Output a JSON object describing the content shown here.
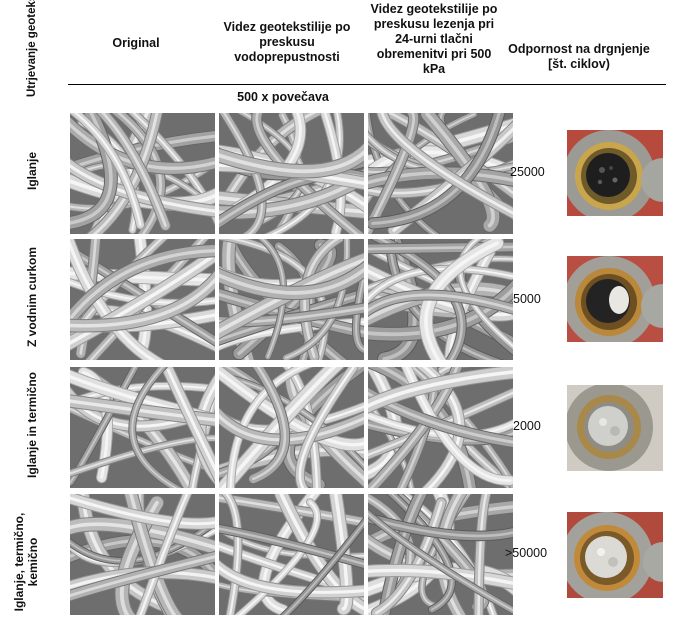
{
  "headers": {
    "row_label": "Utrjevanje geotekstilje",
    "original": "Original",
    "after_permeability": "Videz geotekstilije po preskusu vodoprepustnosti",
    "after_creep": "Videz geotekstilije po preskusu lezenja pri 24-urni tlačni obremenitvi pri 500 kPa",
    "abrasion": "Odpornost na drgnjenje [št. ciklov)",
    "magnification": "500 x povečava"
  },
  "rows": [
    {
      "label": "Iglanje",
      "cycles": "25000"
    },
    {
      "label": "Z vodnim curkom",
      "cycles": "5000"
    },
    {
      "label": "Iglanje in termično",
      "cycles": "2000"
    },
    {
      "label": "Iglanje, termično, kemično",
      "cycles": ">50000"
    }
  ]
}
